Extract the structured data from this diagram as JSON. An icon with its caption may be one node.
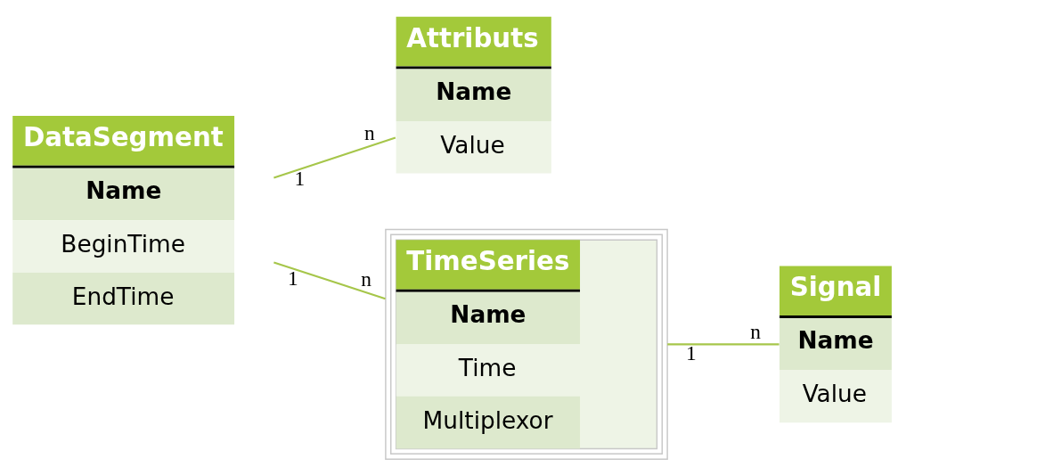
{
  "diagram": {
    "nodes": [
      {
        "text": [
          "DataSegment",
          "Name",
          "BeginTime",
          "EndTime"
        ]
      },
      {
        "text": [
          "Attributs",
          "Name",
          "Value"
        ]
      },
      {
        "text": [
          "TimeSeries",
          "Name",
          "Time",
          "Multiplexor"
        ]
      },
      {
        "text": [
          "Signal",
          "Name",
          "Value"
        ]
      }
    ],
    "edges": [
      {
        "from": 0,
        "to": 1,
        "arrow": "none"
      },
      {
        "from": 0,
        "to": 2,
        "arrow": "none"
      },
      {
        "from": 2,
        "to": 3,
        "arrow": "none"
      }
    ],
    "labels": [
      "1",
      "n",
      "1",
      "n",
      "1",
      "n"
    ]
  }
}
